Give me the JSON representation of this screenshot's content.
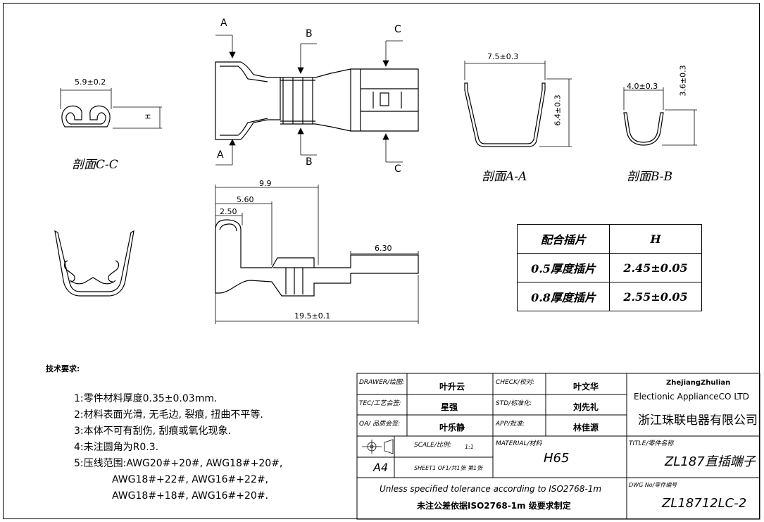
{
  "dimensions": {
    "cc_width": "5.9±0.2",
    "cc_height": "H",
    "aa_width": "7.5±0.3",
    "aa_height": "6.4±0.3",
    "bb_width": "4.0±0.3",
    "bb_height": "3.6±0.3",
    "len_9_9": "9.9",
    "len_5_60": "5.60",
    "len_2_50": "2.50",
    "len_6_30": "6.30",
    "len_total": "19.5±0.1"
  },
  "section_markers": {
    "a_top": "A",
    "a_bottom": "A",
    "b_top": "B",
    "b_bottom": "B",
    "c_top": "C",
    "c_bottom": "C"
  },
  "captions": {
    "section_cc": "剖面C-C",
    "section_aa": "剖面A-A",
    "section_bb": "剖面B-B"
  },
  "mating_table": {
    "header": [
      "配合插片",
      "H"
    ],
    "rows": [
      [
        "0.5厚度插片",
        "2.45±0.05"
      ],
      [
        "0.8厚度插片",
        "2.55±0.05"
      ]
    ]
  },
  "notes": {
    "heading": "技术要求:",
    "items": [
      "1:零件材料厚度0.35±0.03mm.",
      "2:材料表面光滑, 无毛边, 裂痕, 扭曲不平等.",
      "3:本体不可有刮伤, 刮痕或氧化现象.",
      "4:未注圆角为R0.3.",
      "5:压线范围:AWG20#+20#, AWG18#+20#,",
      "AWG18#+22#, AWG16#+22#,",
      "AWG18#+18#, AWG16#+20#."
    ]
  },
  "title_block": {
    "drawer_label": "DRAWER/绘图:",
    "drawer_value": "叶升云",
    "check_label": "CHECK/校对:",
    "check_value": "叶文华",
    "tec_label": "TEC/工艺会签:",
    "tec_value": "星强",
    "std_label": "STD/标准化:",
    "std_value": "刘先礼",
    "qa_label": "QA/ 品质会签:",
    "qa_value": "叶乐静",
    "app_label": "APP/批准:",
    "app_value": "林佳源",
    "company_en_1": "ZhejiangZhulian",
    "company_en_2": "Electionic ApplianceCO LTD",
    "company_cn": "浙江珠联电器有限公司",
    "scale_label": "SCALE/比例:",
    "scale_value": "1:1",
    "paper_size": "A4",
    "sheet_label": "SHEET1 OF1/共1张 第1张",
    "material_label": "MATERIAL/材料",
    "material_value": "H65",
    "title_label": "TITLE/零件名称",
    "title_value": "ZL187直插端子",
    "tolerance_en": "Unless specified tolerance according to ISO2768-1m",
    "tolerance_cn": "未注公差依据ISO2768-1m 级要求制定",
    "dwg_label": "DWG No/零件编号",
    "dwg_value": "ZL18712LC-2"
  }
}
